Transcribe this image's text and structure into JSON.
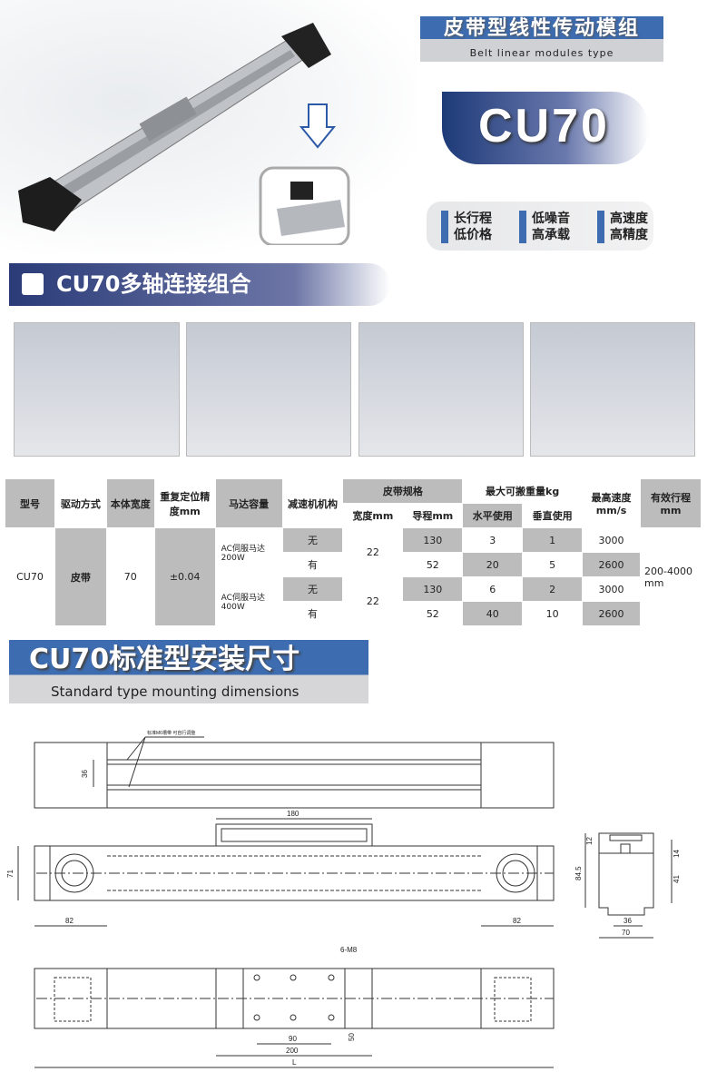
{
  "header": {
    "title_cn": "皮带型线性传动模组",
    "title_en": "Belt linear modules type",
    "model": "CU70",
    "features": [
      [
        "长行程",
        "低价格"
      ],
      [
        "低噪音",
        "高承载"
      ],
      [
        "高速度",
        "高精度"
      ]
    ]
  },
  "section1": {
    "title": "CU70多轴连接组合"
  },
  "table": {
    "headers": {
      "model": "型号",
      "drive": "驱动方式",
      "width": "本体宽度",
      "precision": "重复定位精度mm",
      "motor": "马达容量",
      "reducer": "减速机机构",
      "belt": "皮带规格",
      "belt_width": "宽度mm",
      "lead": "导程mm",
      "load": "最大可搬重量kg",
      "horizontal": "水平使用",
      "vertical": "垂直使用",
      "speed": "最高速度mm/s",
      "stroke": "有效行程mm"
    },
    "model": "CU70",
    "drive": "皮带",
    "width": "70",
    "precision": "±0.04",
    "stroke": "200-4000 mm",
    "motors": [
      "AC伺服马达200W",
      "AC伺服马达400W"
    ],
    "belt_widths": [
      "22",
      "22"
    ],
    "rows": [
      {
        "reducer": "无",
        "lead": "130",
        "h": "3",
        "v": "1",
        "speed": "3000"
      },
      {
        "reducer": "有",
        "lead": "52",
        "h": "20",
        "v": "5",
        "speed": "2600"
      },
      {
        "reducer": "无",
        "lead": "130",
        "h": "6",
        "v": "2",
        "speed": "3000"
      },
      {
        "reducer": "有",
        "lead": "52",
        "h": "40",
        "v": "10",
        "speed": "2600"
      }
    ]
  },
  "section2": {
    "title_cn": "CU70标准型安装尺寸",
    "title_en": "Standard type mounting dimensions"
  },
  "drawing": {
    "note": "标准M6槽带 可自行调整",
    "dim_36": "36",
    "dim_180": "180",
    "dim_71": "71",
    "dim_82a": "82",
    "dim_82b": "82",
    "dim_6m8": "6-M8",
    "dim_90": "90",
    "dim_200": "200",
    "dim_50": "50",
    "dim_L": "L",
    "section": {
      "d12": "12",
      "d14": "14",
      "d41": "41",
      "d845": "84.5",
      "d36": "36",
      "d70": "70"
    }
  }
}
